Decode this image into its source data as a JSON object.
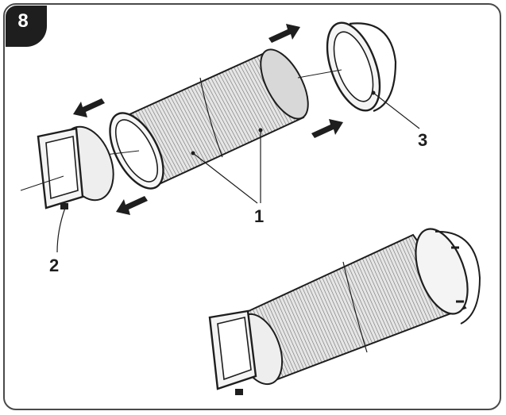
{
  "step": {
    "number": "8"
  },
  "callouts": {
    "hose": "1",
    "window_adapter": "2",
    "unit_adapter": "3"
  },
  "colors": {
    "ink": "#1e1e1e",
    "hose_fill": "#e2e2e2",
    "flange_fill": "#f4f4f4",
    "arrow": "#1e1e1e"
  },
  "icons": {
    "direction_arrows": "arrow-icon"
  }
}
